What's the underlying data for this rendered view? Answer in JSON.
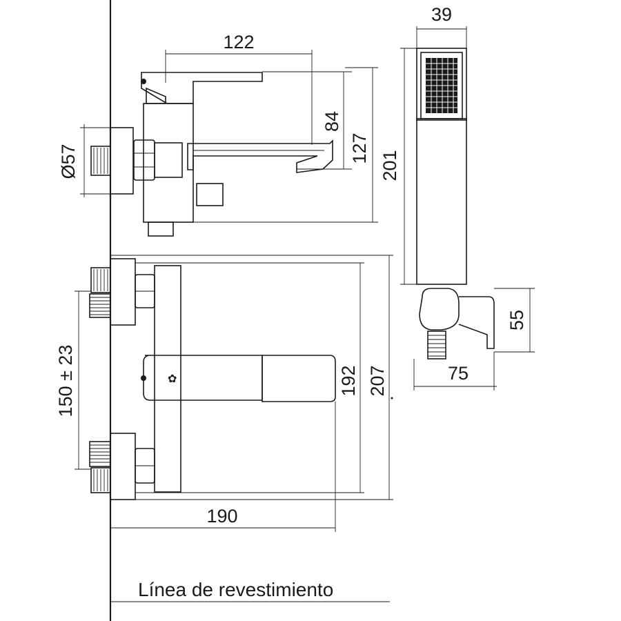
{
  "dimensions": {
    "hand_shower_width": "39",
    "spout_reach": "122",
    "spout_height": "84",
    "top_height": "127",
    "hand_shower_length": "201",
    "eccentric_diameter": "Ø57",
    "holder_height": "55",
    "holder_depth": "75",
    "inlet_spacing": "150 ± 23",
    "body_height": "192",
    "overall_height": "207",
    "overall_depth": "190"
  },
  "caption": "Línea de revestimiento",
  "colors": {
    "line": "#1a1a1a",
    "background": "#ffffff"
  }
}
